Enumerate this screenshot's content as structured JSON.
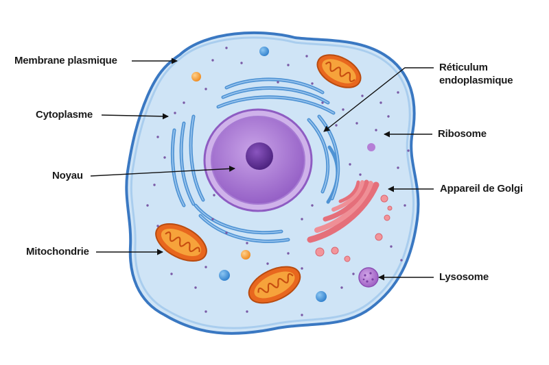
{
  "diagram": {
    "labels": {
      "membrane": "Membrane plasmique",
      "cytoplasm": "Cytoplasme",
      "nucleus": "Noyau",
      "mitochondria": "Mitochondrie",
      "er": "Réticulum\nendoplasmique",
      "ribosome": "Ribosome",
      "golgi": "Appareil de Golgi",
      "lysosome": "Lysosome"
    },
    "colors": {
      "membrane_stroke": "#3a78c2",
      "cytoplasm_fill": "#cfe4f6",
      "nucleus_outer": "#b68ad8",
      "nucleus_inner": "#9b63cc",
      "nucleolus": "#5c2d91",
      "er": "#4f93d4",
      "mito_outer": "#e8671e",
      "mito_inner": "#f6a33b",
      "golgi": "#ef8f96",
      "lysosome": "#a970c9",
      "ribosome": "#7a5aa6",
      "vesicle_orange": "#f39b2d",
      "vesicle_blue": "#3a8fd8",
      "arrow": "#111111"
    }
  }
}
